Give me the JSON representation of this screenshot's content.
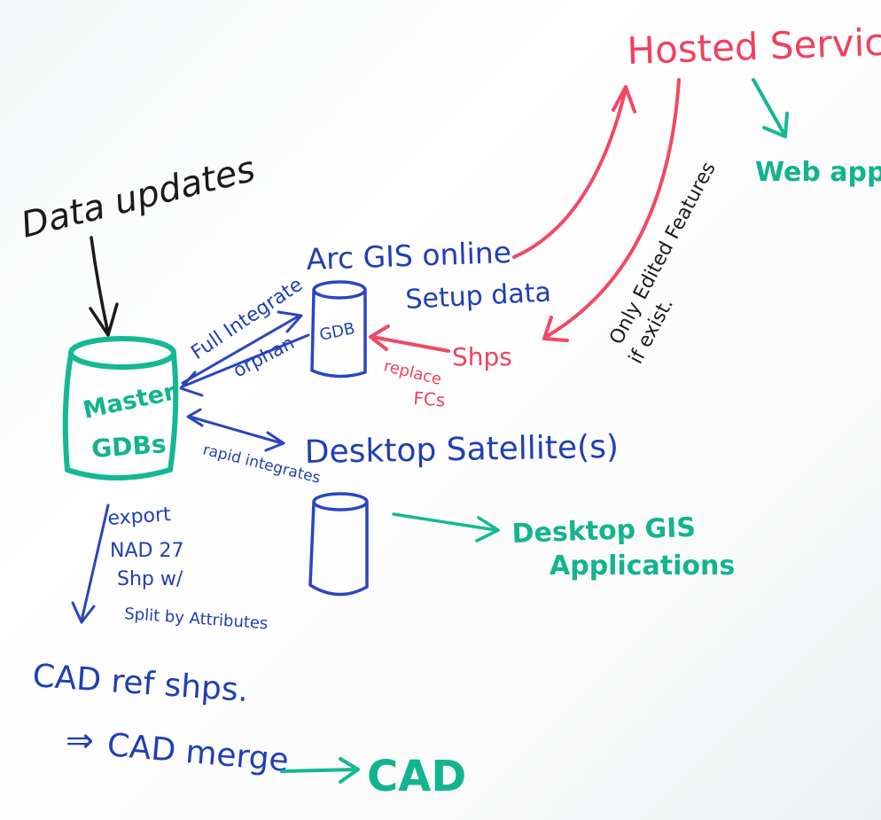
{
  "labels": {
    "data_updates": "Data updates",
    "hosted_services": "Hosted Services",
    "web_apps": "Web apps",
    "arcgis_online": "Arc GIS online",
    "setup_data": "Setup data",
    "gdb": "GDB",
    "shps": "Shps",
    "replace": "replace",
    "fcs": "FCs",
    "only_edited_features": "Only Edited Features",
    "if_exist": "if exist.",
    "full_integrate": "Full Integrate",
    "orphan": "orphan",
    "master": "Master",
    "gdbs": "GDBs",
    "rapid_integrates": "rapid integrates",
    "desktop_satellites": "Desktop Satellite(s)",
    "desktop_gis": "Desktop GIS",
    "applications": "Applications",
    "export_line1": "export",
    "export_line2": "NAD 27",
    "export_line3": "Shp w/",
    "export_line4": "Split by Attributes",
    "cad_ref_shps": "CAD ref shps.",
    "cad_merge_arrow": "⇒",
    "cad_merge": "CAD merge",
    "cad": "CAD"
  },
  "colors": {
    "black_marker": "#1a1a1a",
    "blue_marker": "#1f3fb5",
    "teal_marker": "#12b48f",
    "red_marker": "#f0405e"
  }
}
